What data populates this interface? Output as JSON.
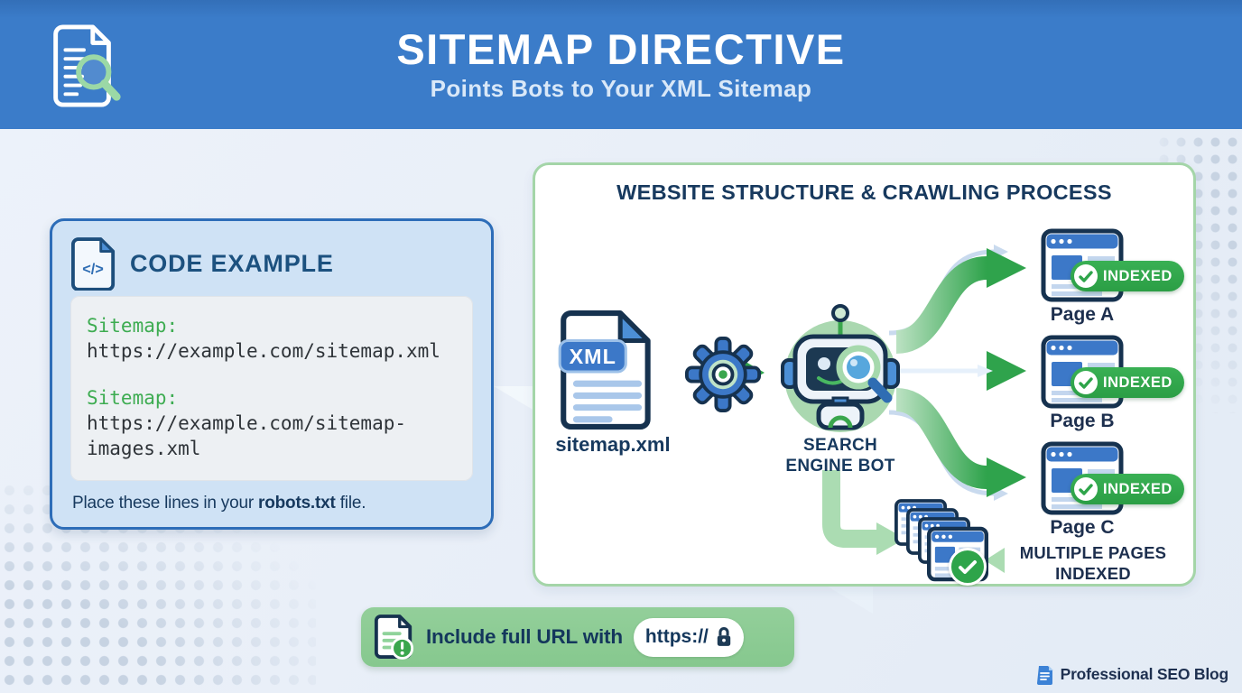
{
  "header": {
    "title": "SITEMAP DIRECTIVE",
    "subtitle": "Points Bots to Your XML Sitemap"
  },
  "code_panel": {
    "title": "CODE EXAMPLE",
    "entries": [
      {
        "directive": "Sitemap:",
        "url": "https://example.com/sitemap.xml"
      },
      {
        "directive": "Sitemap:",
        "url": "https://example.com/sitemap-images.xml"
      }
    ],
    "caption_prefix": "Place these lines in your ",
    "caption_bold": "robots.txt",
    "caption_suffix": " file."
  },
  "diagram": {
    "title": "WEBSITE STRUCTURE & CRAWLING PROCESS",
    "xml_file": {
      "badge": "XML",
      "label": "sitemap.xml"
    },
    "bot_label": "SEARCH ENGINE BOT",
    "pages": [
      {
        "label": "Page A",
        "badge": "INDEXED"
      },
      {
        "label": "Page B",
        "badge": "INDEXED"
      },
      {
        "label": "Page C",
        "badge": "INDEXED"
      }
    ],
    "multiple_label": "MULTIPLE PAGES INDEXED"
  },
  "tip_banner": {
    "text": "Include full URL with",
    "protocol": "https://"
  },
  "footer": {
    "brand": "Professional SEO Blog"
  },
  "colors": {
    "header_blue": "#3b7cc9",
    "navy_text": "#17395e",
    "panel_blue": "#cfe2f5",
    "panel_border_blue": "#2d6db8",
    "diagram_border_green": "#a4d5a8",
    "arrow_green": "#2fa34c",
    "badge_green": "#2ea44a",
    "directive_green": "#3dac51",
    "banner_green": "#8ccb93"
  }
}
